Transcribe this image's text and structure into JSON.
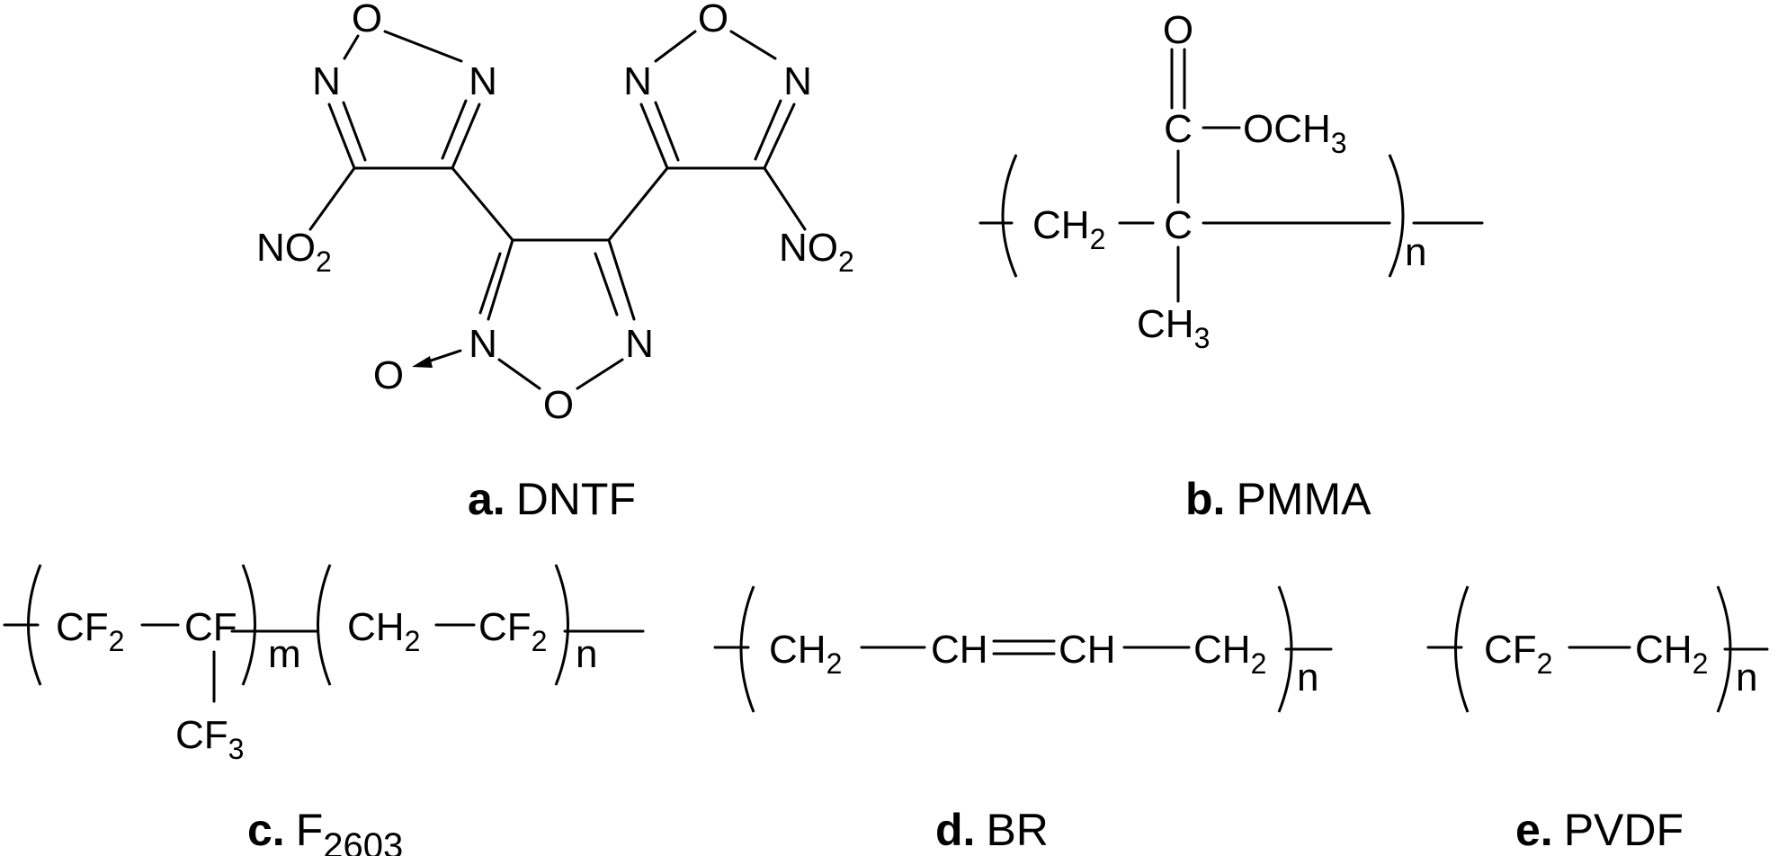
{
  "atoms": {
    "O": "O",
    "N": "N",
    "NO": "NO",
    "C": "C",
    "CH": "CH",
    "CF": "CF",
    "OCH": "OCH",
    "CH3_base": "CH",
    "sub2": "2",
    "sub3": "3"
  },
  "repeat": {
    "m": "m",
    "n": "n"
  },
  "labels": {
    "a": {
      "letter": "a.",
      "name": "DNTF"
    },
    "b": {
      "letter": "b.",
      "name": "PMMA"
    },
    "c": {
      "letter": "c.",
      "name": "F",
      "sub": "2603"
    },
    "d": {
      "letter": "d.",
      "name": "BR"
    },
    "e": {
      "letter": "e.",
      "name": "PVDF"
    }
  }
}
